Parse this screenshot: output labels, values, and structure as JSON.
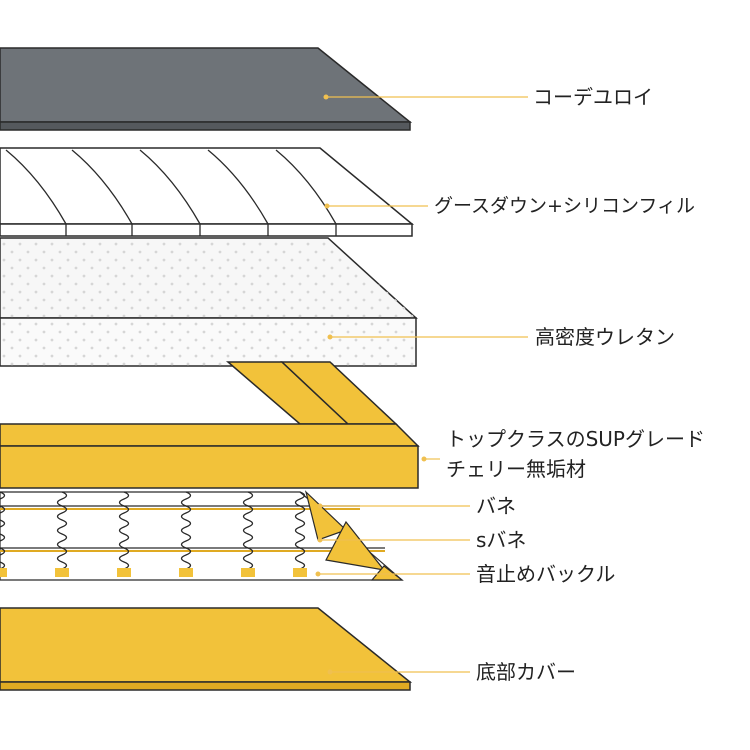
{
  "colors": {
    "cover": "#6e7378",
    "cover_edge": "#55595d",
    "gold": "#f2c23a",
    "gold_edge": "#e0aa22",
    "outline": "#2a2a2a",
    "leader": "#f0c050",
    "text": "#222222",
    "dots": "#d8d8d8"
  },
  "layers": [
    {
      "id": "cover",
      "icon": "gray-panel-icon",
      "lines": [
        "コーデユロイ"
      ]
    },
    {
      "id": "down",
      "icon": "quilted-panel-icon",
      "lines": [
        "グースダウン+シリコンフィル"
      ]
    },
    {
      "id": "foam",
      "icon": "dotted-foam-icon",
      "lines": [
        "高密度ウレタン"
      ]
    },
    {
      "id": "frame",
      "icon": "wood-frame-icon",
      "lines": [
        "トップクラスのSUPグレード",
        "チェリー無垢材"
      ]
    },
    {
      "id": "spring",
      "icon": "spring-coil-icon",
      "lines": [
        "バネ"
      ]
    },
    {
      "id": "sspring",
      "icon": "s-spring-icon",
      "lines": [
        "sバネ"
      ]
    },
    {
      "id": "buckle",
      "icon": "buckle-icon",
      "lines": [
        "音止めバックル"
      ]
    },
    {
      "id": "bottom",
      "icon": "bottom-panel-icon",
      "lines": [
        "底部カバー"
      ]
    }
  ]
}
